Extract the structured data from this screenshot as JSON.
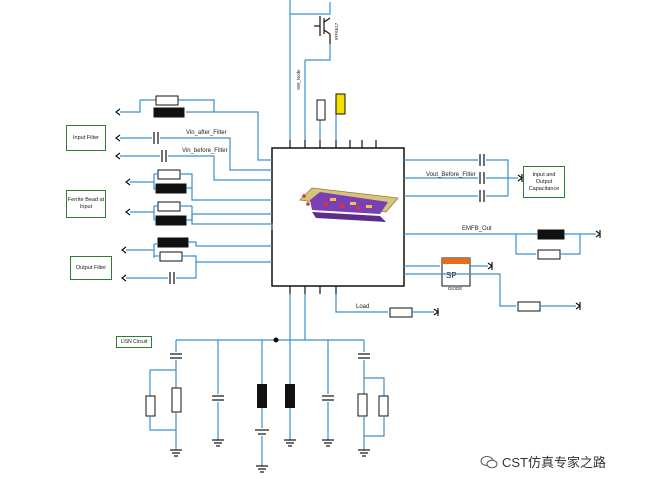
{
  "notes": {
    "input_filter": "Input Filter",
    "ferrite_bead": "Ferrite Bead at Input",
    "output_filter": "Output Filter",
    "input_output_cap": "Input and Output Capacitance",
    "lisn_circuit": "LISN Circuit"
  },
  "net_labels": {
    "vin_after": "Vin_after_Filter",
    "vin_before": "Vin_before_Filter",
    "vout_before": "Vout_Before_Filter",
    "emfb_out": "EMFB_Out",
    "load": "Load",
    "spice": "DIODE"
  },
  "spice_label": "SP",
  "watermark": "CST仿真专家之路",
  "colors": {
    "wire": "#3a8fd0",
    "note_border": "#2e7d32",
    "chip_fill": "#7a3fb3",
    "board_fill": "#e8c14a"
  }
}
